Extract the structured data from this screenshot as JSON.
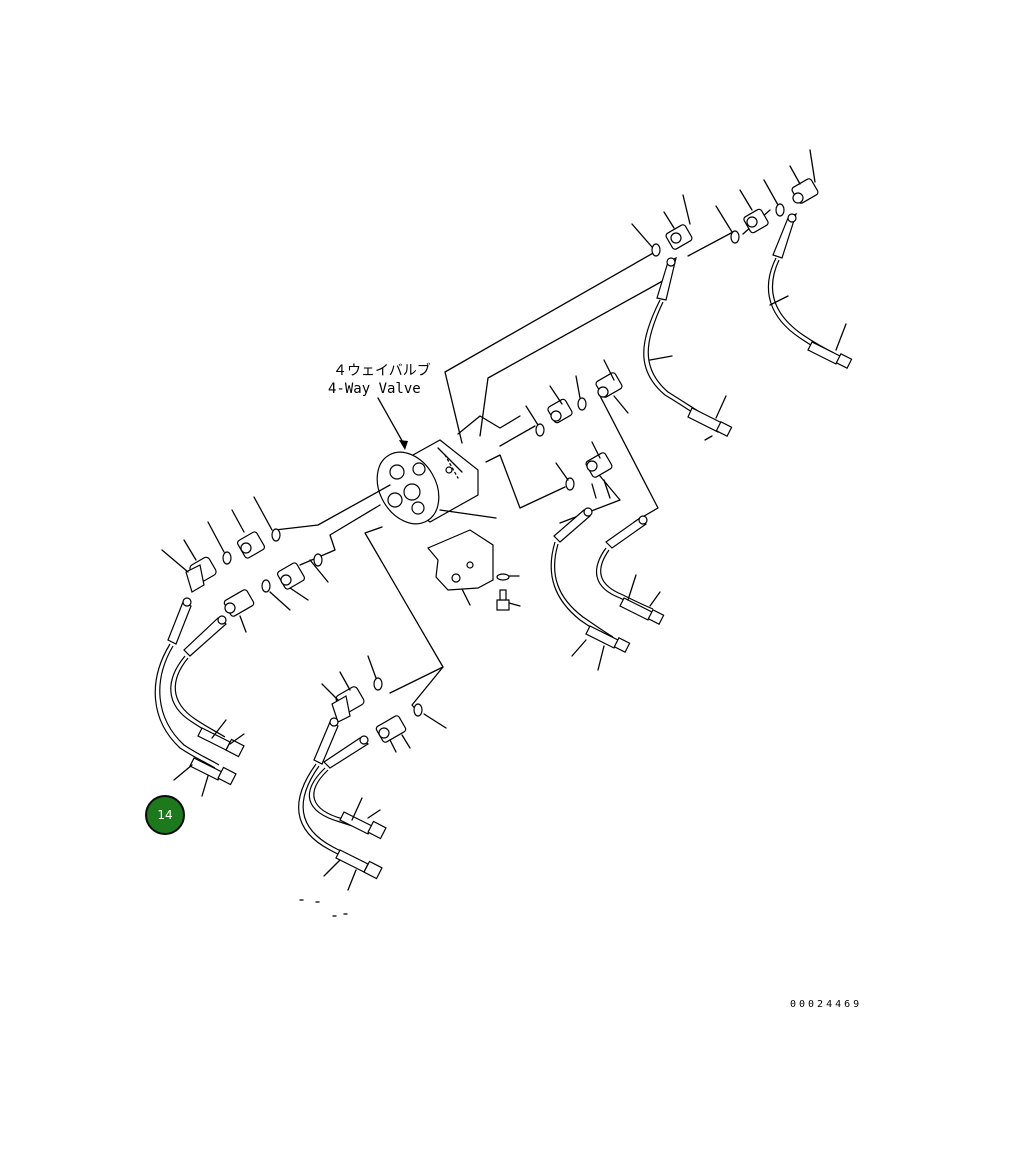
{
  "diagram": {
    "label_jp": "４ウェイバルブ",
    "label_en": "4-Way Valve",
    "drawing_code": "00024469",
    "badge": {
      "text": "14",
      "color": "#1c7a1c"
    }
  }
}
